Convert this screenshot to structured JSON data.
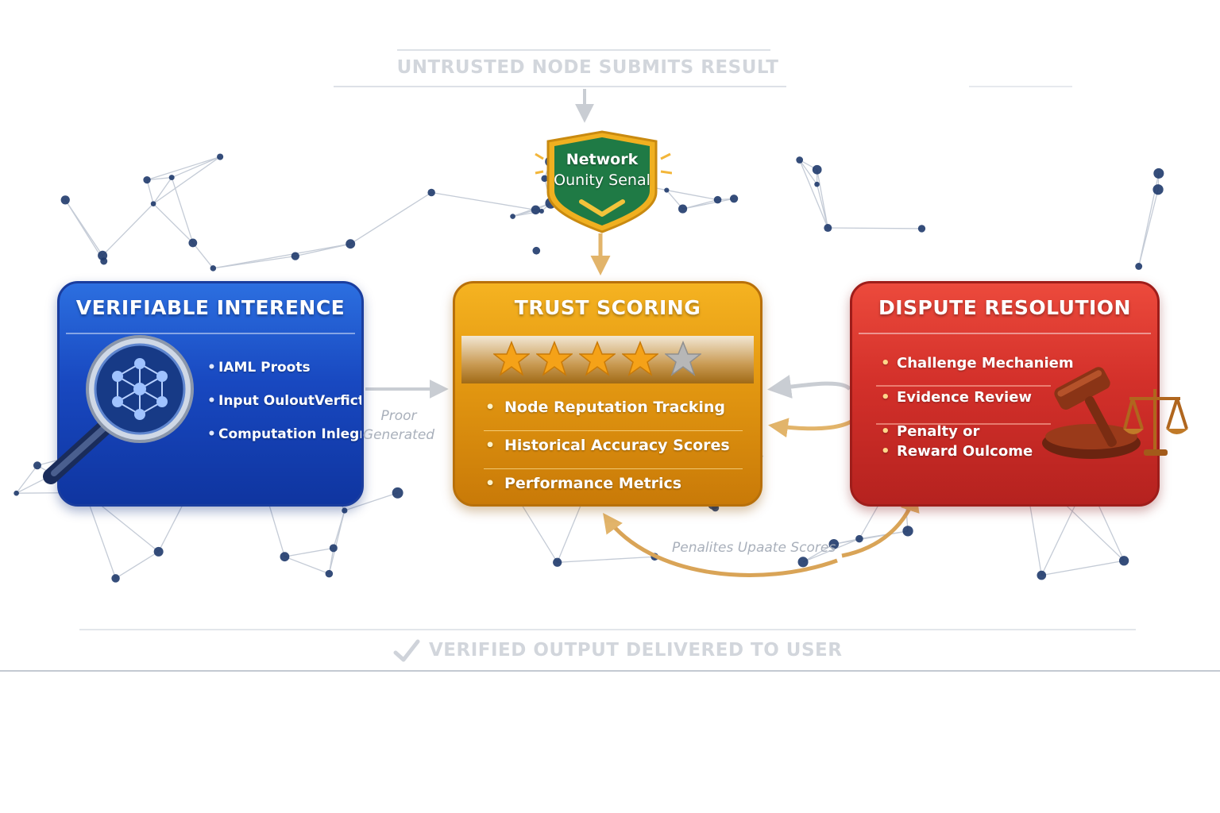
{
  "top_banner": "UNTRUSTED NODE SUBMITS RESULT",
  "shield": {
    "line1": "Network",
    "line2": "Ounity Senal"
  },
  "cards": {
    "verifiable": {
      "title": "VERIFIABLE INTERENCE",
      "items": [
        "IAML Proots",
        "Input OuloutVerfiction",
        "Computation Inlegrity"
      ]
    },
    "trust": {
      "title": "TRUST SCORING",
      "rating": 4,
      "rating_max": 5,
      "items": [
        "Node Reputation Tracking",
        "Historical Accuracy Scores",
        "Performance Metrics"
      ]
    },
    "dispute": {
      "title": "DISPUTE RESOLUTION",
      "items": [
        "Challenge Mechaniem",
        "Evidence Review",
        "Penalty or",
        "Reward Oulcome"
      ]
    }
  },
  "connector_labels": {
    "proof_line1": "Proor",
    "proof_line2": "Generated",
    "penalties": "Penalites Upaate Scores"
  },
  "bottom_banner": "VERIFIED OUTPUT DELIVERED TO USER",
  "colors": {
    "verifiable": "#1848c0",
    "trust": "#e59a12",
    "dispute": "#d3302a",
    "shield": "#1f7a45",
    "network_node": "#1f3a6b"
  }
}
